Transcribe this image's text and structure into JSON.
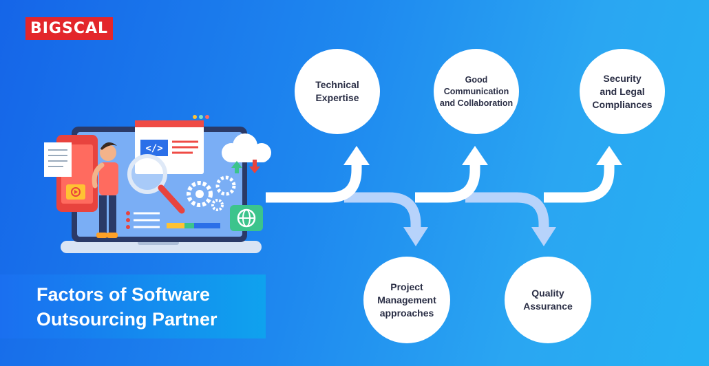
{
  "brand": {
    "logo_text": "BIGSCAL"
  },
  "title": {
    "line1": "Factors of Software",
    "line2": "Outsourcing Partner"
  },
  "factors": [
    {
      "lines": [
        "Technical",
        "Expertise"
      ]
    },
    {
      "lines": [
        "Good",
        "Communication",
        "and Collaboration"
      ]
    },
    {
      "lines": [
        "Security",
        "and Legal",
        "Compliances"
      ]
    },
    {
      "lines": [
        "Project",
        "Management",
        "approaches"
      ]
    },
    {
      "lines": [
        "Quality",
        "Assurance"
      ]
    }
  ],
  "colors": {
    "brand_red": "#e3262b",
    "arrow_white": "#ffffff",
    "arrow_light_blue": "#b7d3fb"
  },
  "illustration": {
    "code_tag": "</>",
    "icon_names": [
      "play-icon",
      "gear-icon",
      "globe-icon",
      "cloud-icon",
      "magnifier-icon"
    ]
  }
}
